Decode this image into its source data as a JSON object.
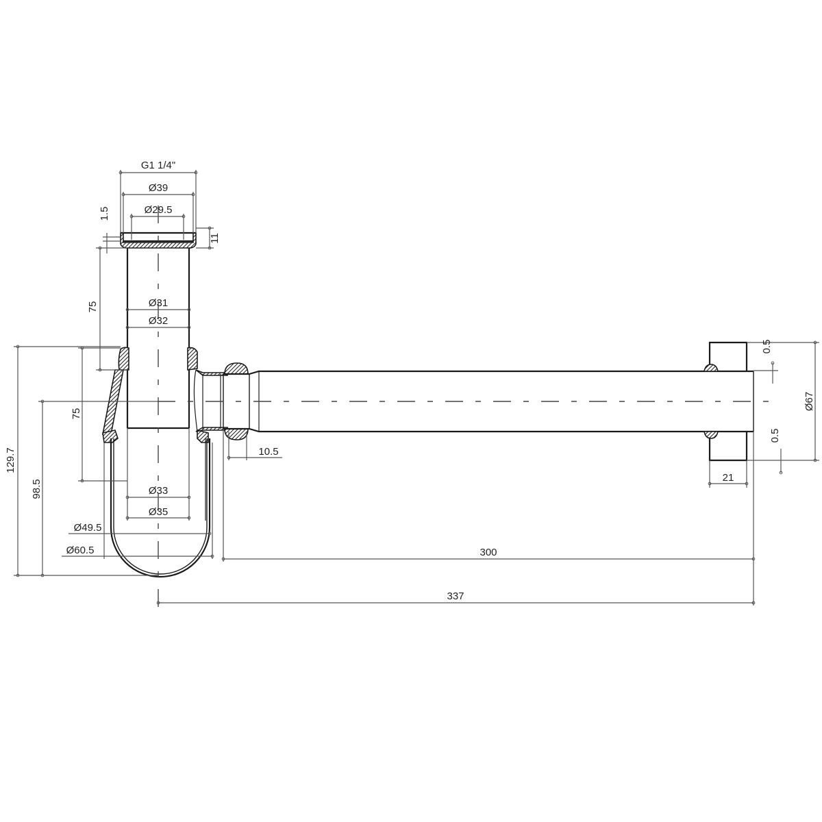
{
  "drawing": {
    "subject": "Bottle trap with wall pipe - technical dimension drawing",
    "units": "mm",
    "line_color": "#1a1a1a",
    "dim_color": "#555555",
    "background": "#ffffff"
  },
  "dimensions": {
    "thread": "G1 1/4\"",
    "d39": "Ø39",
    "d29_5": "Ø29.5",
    "h1_5": "1.5",
    "h11": "11",
    "h75_upper": "75",
    "d31": "Ø31",
    "d32": "Ø32",
    "h75_lower": "75",
    "h129_7": "129.7",
    "h98_5": "98.5",
    "d33": "Ø33",
    "d35": "Ø35",
    "d49_5": "Ø49.5",
    "d60_5": "Ø60.5",
    "w10_5": "10.5",
    "l300": "300",
    "l337": "337",
    "t0_5_top": "0.5",
    "t0_5_bottom": "0.5",
    "d67": "Ø67",
    "w21": "21"
  }
}
